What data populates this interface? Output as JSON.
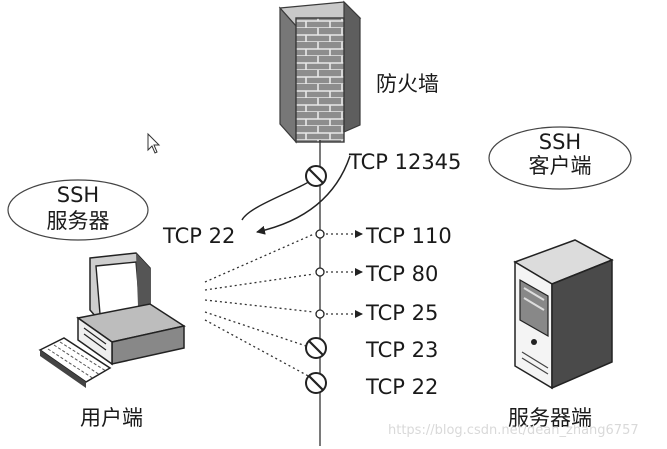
{
  "firewall": {
    "label": "防火墙"
  },
  "ssh_client": {
    "line1": "SSH",
    "line2": "客户端"
  },
  "ssh_server": {
    "line1": "SSH",
    "line2": "服务器"
  },
  "ports": {
    "tcp_12345": "TCP 12345",
    "tcp_22_tunnel": "TCP 22",
    "tcp_110": "TCP 110",
    "tcp_80": "TCP 80",
    "tcp_25": "TCP 25",
    "tcp_23": "TCP 23",
    "tcp_22": "TCP 22"
  },
  "user_end": {
    "label": "用户端"
  },
  "server_end": {
    "label": "服务器端"
  },
  "watermark": "https://blog.csdn.net/dean_zhang6757",
  "icons": [
    "firewall-icon",
    "desktop-computer-icon",
    "server-tower-icon",
    "blocked-port-icon",
    "mouse-cursor-icon"
  ]
}
